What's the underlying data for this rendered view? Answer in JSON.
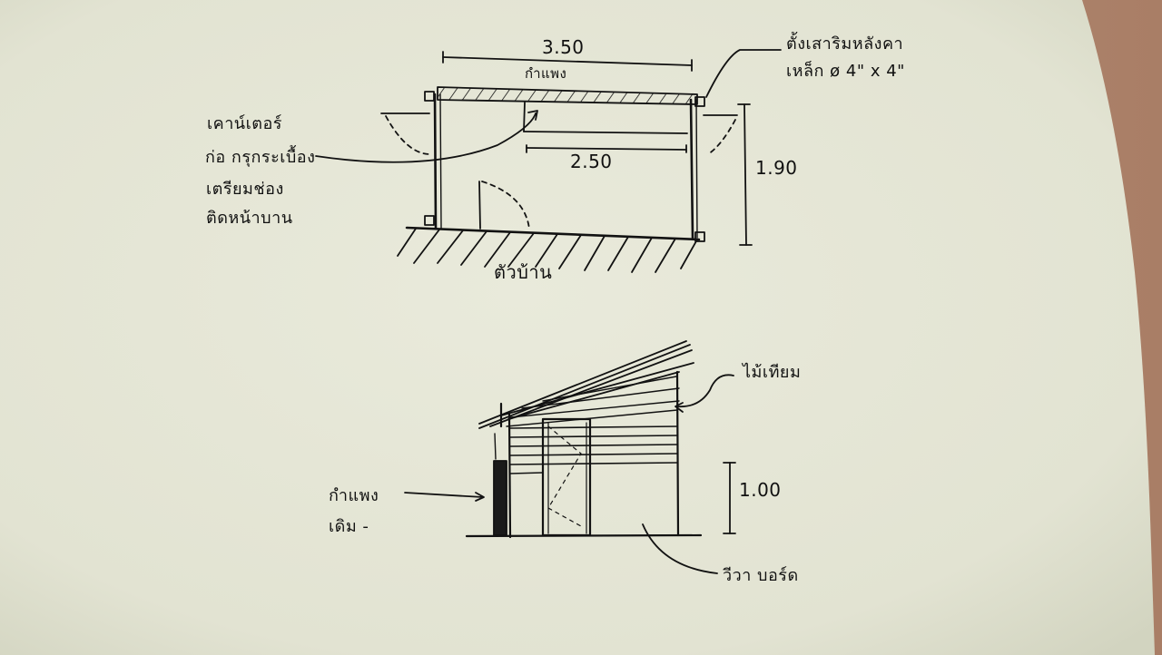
{
  "colors": {
    "paper": "#e6e7d8",
    "paper_shadow": "#d6d8c6",
    "ink": "#121212",
    "desk": "#b08a72"
  },
  "plan": {
    "width_dim": "3.50",
    "wall_label": "กำแพง",
    "inner_dim": "2.50",
    "depth_dim": "1.90",
    "ground_label": "ตัวบ้าน",
    "post_note": [
      "ตั้งเสาริมหลังคา",
      "เหล็ก ø 4\" x 4\""
    ],
    "counter_note": [
      "เคาน์เตอร์",
      "ก่อ กรุกระเบื้อง",
      "เตรียมช่อง",
      "ติดหน้าบาน"
    ]
  },
  "elevation": {
    "roof_label": "ไม้เทียม",
    "wall_note": [
      "กำแพง",
      "เดิม -"
    ],
    "height_dim": "1.00",
    "board_label": "วีวา บอร์ด"
  }
}
